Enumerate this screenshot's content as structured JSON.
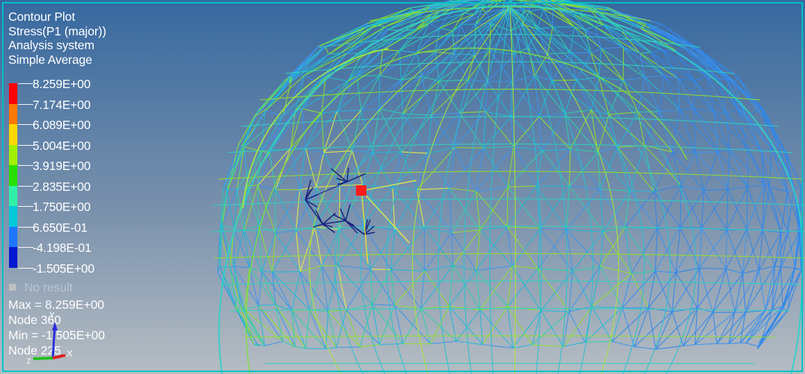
{
  "legend": {
    "title": "Contour Plot",
    "result_type": "Stress(P1 (major))",
    "system": "Analysis system",
    "averaging": "Simple Average",
    "levels": [
      {
        "value": "8.259E+00",
        "color": "#ff0000"
      },
      {
        "value": "7.174E+00",
        "color": "#ff7800"
      },
      {
        "value": "6.089E+00",
        "color": "#ffd800"
      },
      {
        "value": "5.004E+00",
        "color": "#a0f000"
      },
      {
        "value": "3.919E+00",
        "color": "#28e000"
      },
      {
        "value": "2.835E+00",
        "color": "#30f0a8"
      },
      {
        "value": "1.750E+00",
        "color": "#00c8d8"
      },
      {
        "value": "6.650E-01",
        "color": "#1e78ff"
      },
      {
        "value": "-4.198E-01",
        "color": "#0018d0"
      },
      {
        "value": "-1.505E+00",
        "color": null
      }
    ],
    "no_result": "No result",
    "max_label": "Max = 8.259E+00",
    "max_node": "Node 360",
    "min_label": "Min = -1.505E+00",
    "min_node": "Node 225"
  },
  "triad": {
    "x": "X",
    "y": "Y",
    "z": "Z"
  },
  "colors": {
    "bg_top": "#3d6ea3",
    "bg_bottom": "#b4bcc4",
    "frame": "#00c0c8",
    "max_marker": "#ff1a1a"
  }
}
